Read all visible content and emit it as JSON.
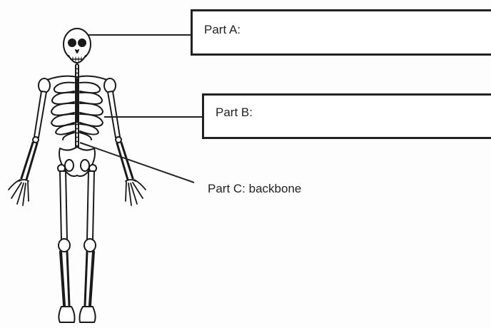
{
  "labels": {
    "part_a": "Part A:",
    "part_b": "Part B:",
    "part_c": "Part C: backbone"
  },
  "answers": {
    "part_a": "",
    "part_b": ""
  }
}
